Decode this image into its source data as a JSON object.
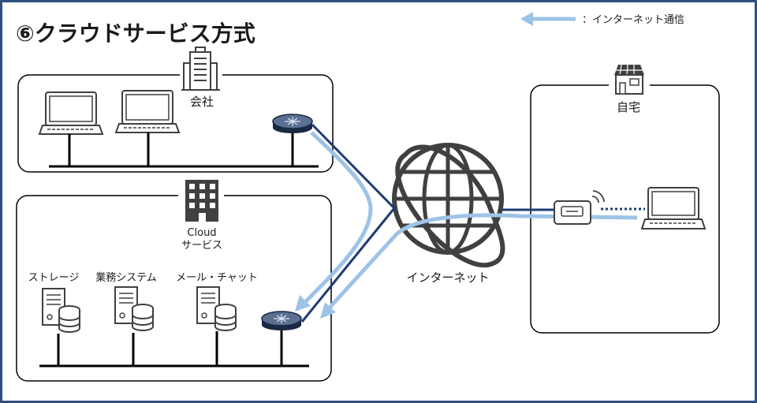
{
  "title": "⑥クラウドサービス方式",
  "legend": {
    "label": "：インターネット通信",
    "arrow_color": "#9dc3e6"
  },
  "colors": {
    "frame": "#2f4f7f",
    "light_line": "#9dc3e6",
    "dark_line": "#1f3b73",
    "ink": "#404040"
  },
  "company": {
    "label": "会社",
    "icon": "office-building-icon"
  },
  "cloud": {
    "label_line1": "Cloud",
    "label_line2": "サービス",
    "icon": "datacenter-building-icon",
    "servers": [
      {
        "label": "ストレージ",
        "icon": "server-database-icon"
      },
      {
        "label": "業務システム",
        "icon": "server-database-icon"
      },
      {
        "label": "メール・チャット",
        "icon": "server-database-icon"
      }
    ]
  },
  "internet": {
    "label": "インターネット",
    "icon": "globe-icon"
  },
  "home": {
    "label": "自宅",
    "icon": "house-icon"
  }
}
